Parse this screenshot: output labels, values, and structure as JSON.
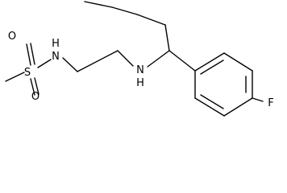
{
  "molecule": {
    "atoms": {
      "sulfur": "S",
      "oxygen_top": "O",
      "oxygen_bottom": "O",
      "sulfonamide_nitrogen": "H",
      "sulfonamide_n": "N",
      "amine_nitrogen": "N",
      "amine_hydrogen": "H",
      "fluorine": "F"
    }
  },
  "colors": {
    "bond": "#000000",
    "label": "#000000",
    "background": "#ffffff"
  }
}
